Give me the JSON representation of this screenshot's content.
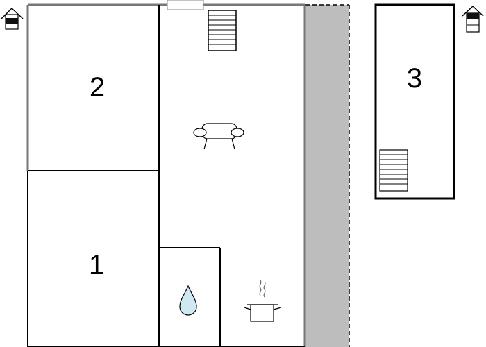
{
  "floorplan": {
    "rooms": [
      {
        "label": "2"
      },
      {
        "label": "1"
      },
      {
        "label": "3"
      }
    ],
    "icons": {
      "floor_indicator_left": "house-floor-icon",
      "floor_indicator_right": "house-floor-icon",
      "stairs_main": "staircase-icon",
      "stairs_annex": "staircase-icon",
      "living": "sofa-icon",
      "bathroom": "water-drop-icon",
      "kitchen": "cooking-pot-icon"
    },
    "colors": {
      "walls": "#000000",
      "terrace": "#bdbdbd",
      "water": "#cfe9f3"
    }
  }
}
